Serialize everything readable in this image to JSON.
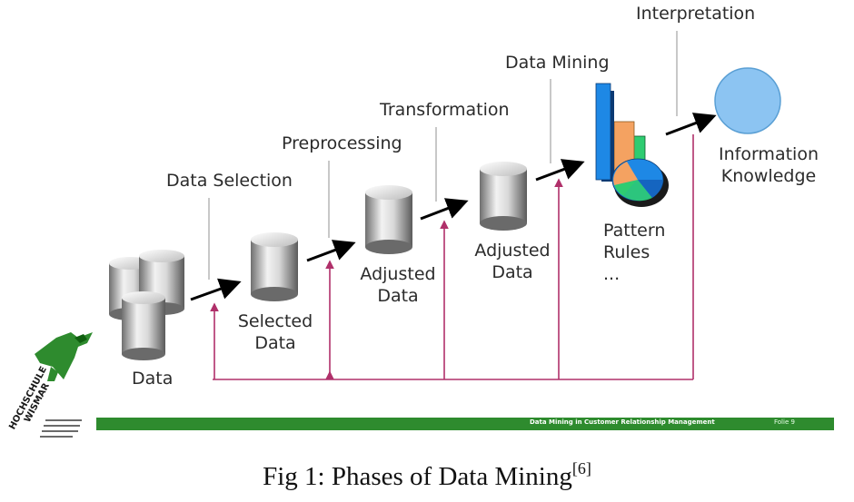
{
  "phases": {
    "selection": "Data Selection",
    "preprocessing": "Preprocessing",
    "transformation": "Transformation",
    "mining": "Data Mining",
    "interpretation": "Interpretation"
  },
  "items": {
    "data": "Data",
    "selected_line1": "Selected",
    "selected_line2": "Data",
    "adjusted1_line1": "Adjusted",
    "adjusted1_line2": "Data",
    "adjusted2_line1": "Adjusted",
    "adjusted2_line2": "Data",
    "pattern_line1": "Pattern",
    "pattern_line2": "Rules",
    "pattern_line3": "...",
    "info_line1": "Information",
    "info_line2": "Knowledge"
  },
  "logo": {
    "name_line1": "HOCHSCHULE",
    "name_line2": "WISMAR"
  },
  "footer": {
    "text": "Data Mining in Customer Relationship Management",
    "page": "Folie 9"
  },
  "caption": {
    "text": "Fig 1: Phases of Data Mining",
    "ref": "[6]"
  },
  "colors": {
    "arrow": "#000000",
    "feedback": "#b0306a",
    "leader": "#c8c8c8",
    "footer_bar": "#2e8b2e",
    "logo": "#2e8b2e",
    "knowledge_circle": "#8cc4f2",
    "bar_blue": "#1e88e5",
    "bar_orange": "#f4a261",
    "bar_green": "#2ecc71"
  }
}
